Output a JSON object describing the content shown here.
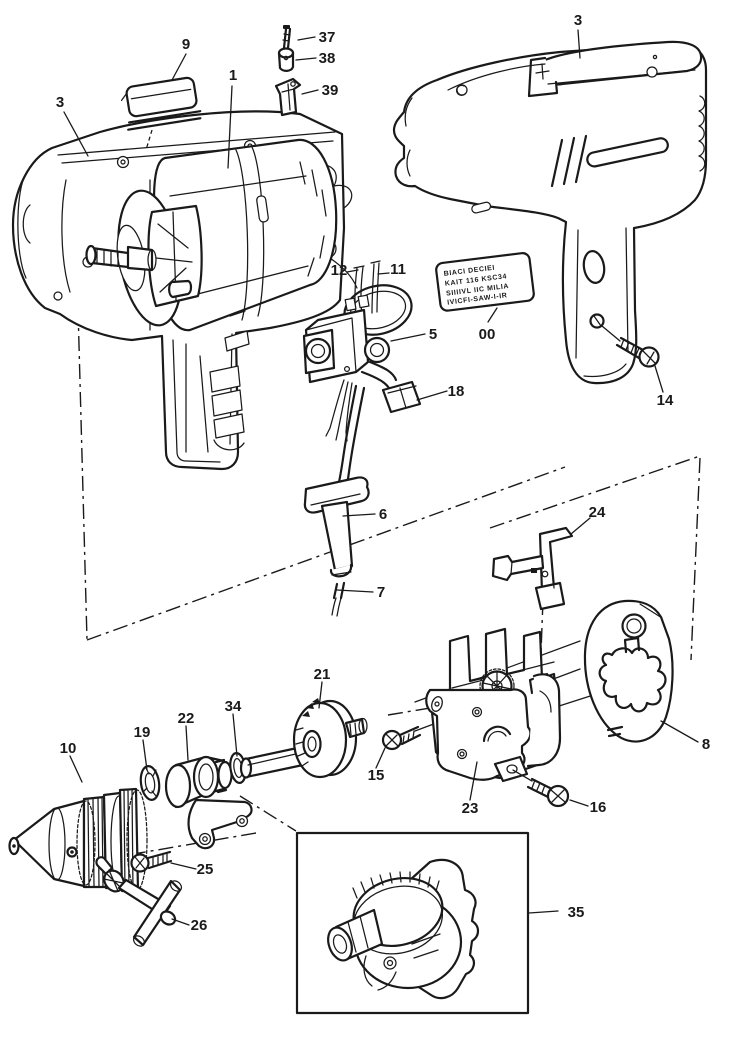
{
  "diagram": {
    "kind": "exploded parts diagram - electric drill",
    "ink_color": "#1a1a1a",
    "background_color": "#ffffff",
    "sticker": {
      "line1": "BIACI DECIEI",
      "line2": "KAIT 116 KSC34",
      "line3": "SIIIIVL IIC MILIA",
      "line4": "IVICFI-SAW-I-IR"
    },
    "callouts": {
      "c9": "9",
      "c3a": "3",
      "c1": "1",
      "c37": "37",
      "c38": "38",
      "c39": "39",
      "c3b": "3",
      "c12": "12",
      "c11": "11",
      "c5": "5",
      "c00": "00",
      "c18": "18",
      "c14": "14",
      "c6": "6",
      "c7": "7",
      "c24": "24",
      "c8": "8",
      "c10": "10",
      "c19": "19",
      "c22": "22",
      "c34": "34",
      "c21": "21",
      "c15": "15",
      "c23": "23",
      "c16": "16",
      "c25": "25",
      "c26": "26",
      "c35": "35"
    }
  }
}
